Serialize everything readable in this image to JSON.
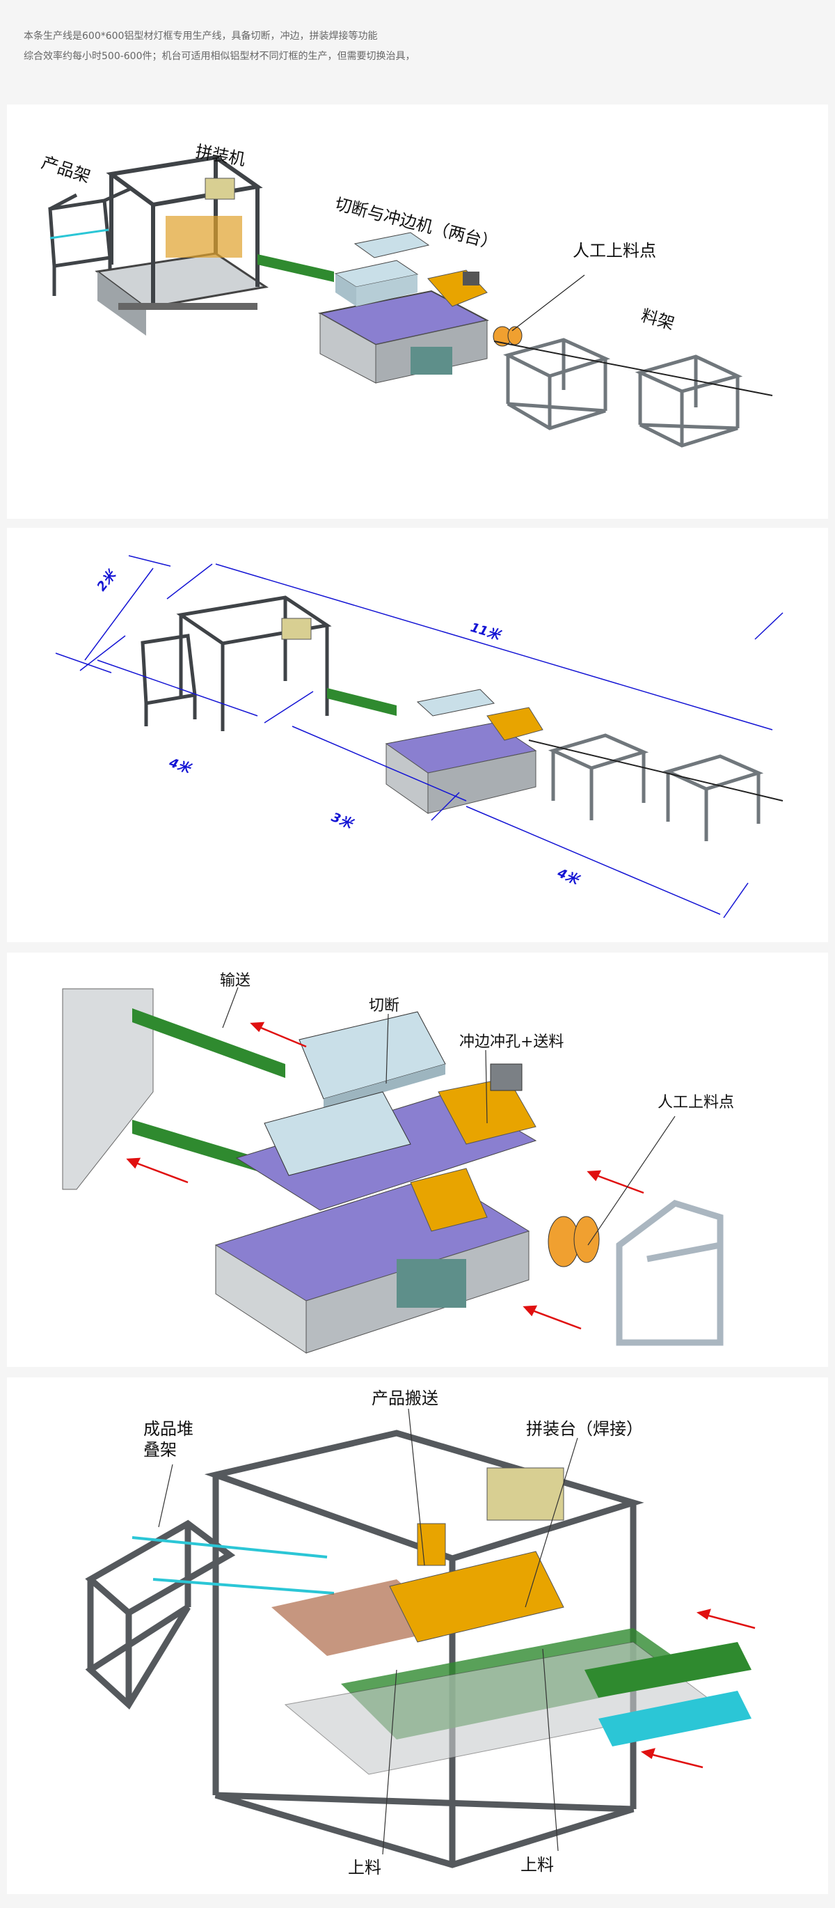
{
  "intro": {
    "line1": "本条生产线是600*600铝型材灯框专用生产线，具备切断，冲边，拼装焊接等功能",
    "line2": "综合效率约每小时500-600件；机台可适用相似铝型材不同灯框的生产，但需要切换治具，"
  },
  "panel1": {
    "product_rack": "产品架",
    "assembler": "拼装机",
    "cutter": "切断与冲边机（两台）",
    "manual_load": "人工上料点",
    "material_rack": "料架"
  },
  "panel2": {
    "dim_2m": "2米",
    "dim_11m": "11米",
    "dim_4m_a": "4米",
    "dim_3m": "3米",
    "dim_4m_b": "4米"
  },
  "panel3": {
    "convey": "输送",
    "cut": "切断",
    "punch": "冲边冲孔+送料",
    "manual_load": "人工上料点"
  },
  "panel4": {
    "stack_rack_1": "成品堆",
    "stack_rack_2": "叠架",
    "transfer": "产品搬送",
    "station": "拼装台（焊接）",
    "load_a": "上料",
    "load_b": "上料"
  },
  "colors": {
    "frame": "#55595d",
    "purple": "#8a7fd0",
    "cyan": "#2bc6d6",
    "yellow": "#e8a400",
    "green": "#2f8a2f",
    "blue_dim": "#1414d4",
    "red_arrow": "#e01010",
    "orange_disc": "#f0a030"
  }
}
